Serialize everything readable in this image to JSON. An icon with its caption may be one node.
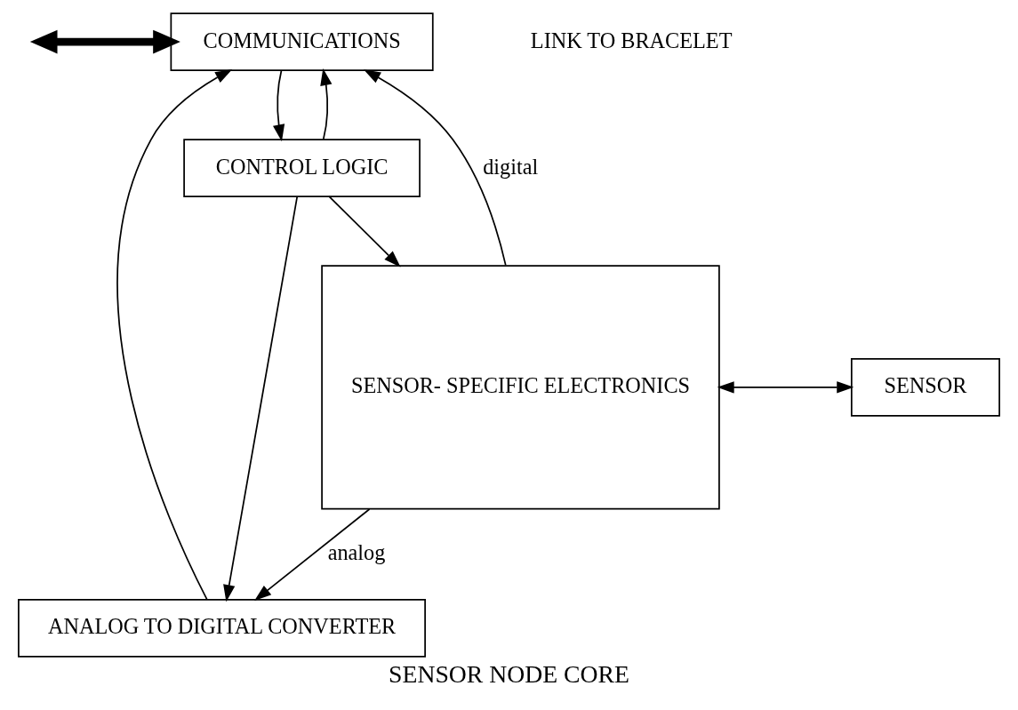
{
  "diagram": {
    "caption": "SENSOR NODE CORE",
    "nodes": [
      {
        "text": [
          "COMMUNICATIONS"
        ]
      },
      {
        "text": [
          "CONTROL LOGIC"
        ]
      },
      {
        "text": [
          "ANALOG TO DIGITAL CONVERTER"
        ]
      },
      {
        "text": [
          "SENSOR- SPECIFIC ELECTRONICS"
        ]
      },
      {
        "text": [
          "SENSOR"
        ]
      }
    ],
    "edges": [
      {
        "from": null,
        "to": 0,
        "arrow": "both",
        "style": "thick"
      },
      {
        "from": 0,
        "to": 1,
        "arrow": "to"
      },
      {
        "from": 1,
        "to": 0,
        "arrow": "to"
      },
      {
        "from": 1,
        "to": 3,
        "arrow": "to"
      },
      {
        "from": 1,
        "to": 2,
        "arrow": "to"
      },
      {
        "from": 3,
        "to": 2,
        "arrow": "to",
        "label": "analog"
      },
      {
        "from": 2,
        "to": 0,
        "arrow": "to"
      },
      {
        "from": 3,
        "to": 0,
        "arrow": "to",
        "label": "digital"
      },
      {
        "from": 3,
        "to": 4,
        "arrow": "both"
      }
    ],
    "labels": [
      "LINK TO BRACELET"
    ]
  }
}
